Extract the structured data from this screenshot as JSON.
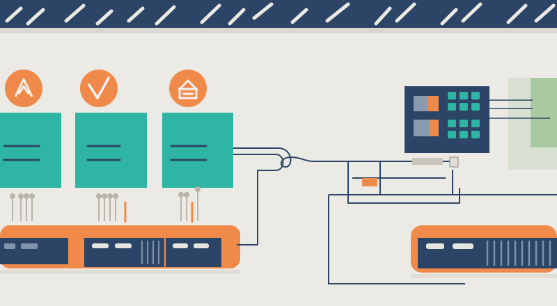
{
  "colors": {
    "background": "#eceae4",
    "navy": "#2c4566",
    "teal": "#2fb5a3",
    "orange": "#f08a4b",
    "green": "#a9c9a0",
    "light_gray": "#dcdcd4",
    "white": "#f4f3ef"
  },
  "nodes": [
    {
      "id": "module-1",
      "icon": "home-icon"
    },
    {
      "id": "module-2",
      "icon": "check-icon"
    },
    {
      "id": "module-3",
      "icon": "building-icon"
    }
  ],
  "control_panel": {
    "icon": "keypad-icon"
  },
  "header": {
    "pattern": "diagonal-dashes"
  }
}
